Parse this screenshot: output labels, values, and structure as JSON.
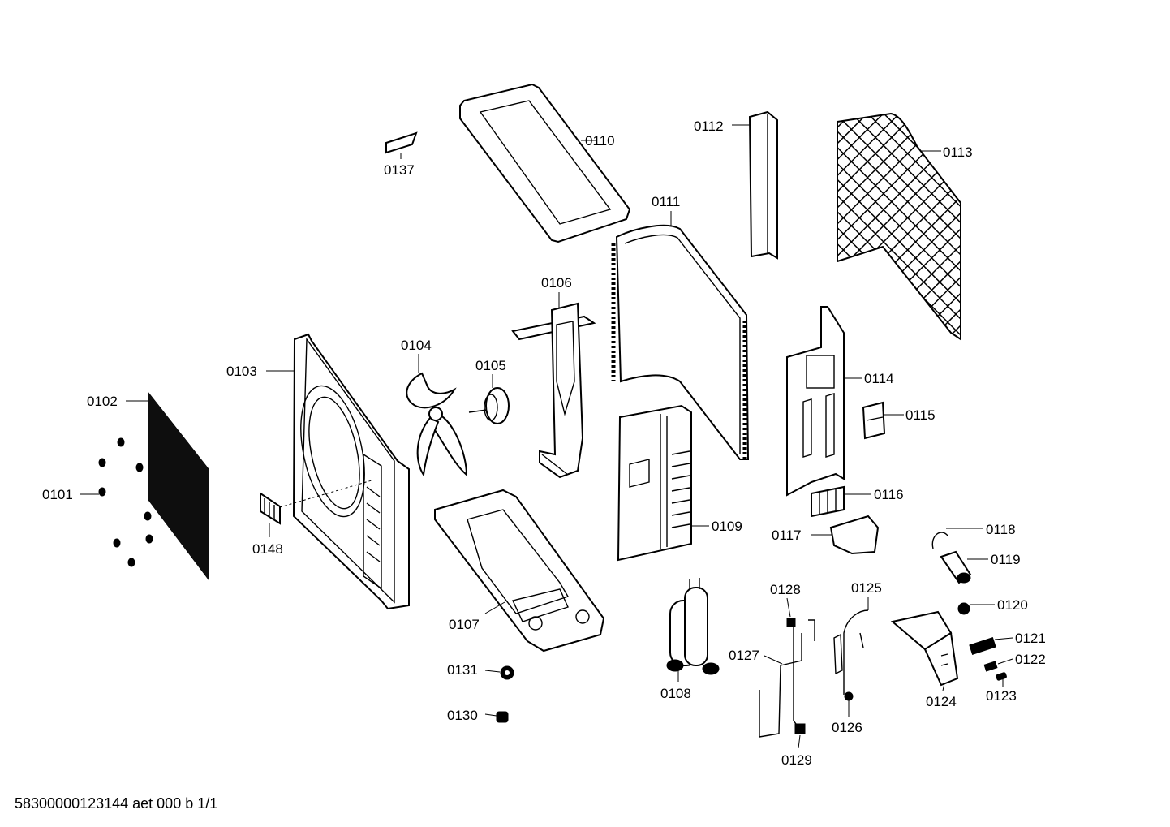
{
  "labels": {
    "p0101": "0101",
    "p0102": "0102",
    "p0103": "0103",
    "p0104": "0104",
    "p0105": "0105",
    "p0106": "0106",
    "p0107": "0107",
    "p0108": "0108",
    "p0109": "0109",
    "p0110": "0110",
    "p0111": "0111",
    "p0112": "0112",
    "p0113": "0113",
    "p0114": "0114",
    "p0115": "0115",
    "p0116": "0116",
    "p0117": "0117",
    "p0118": "0118",
    "p0119": "0119",
    "p0120": "0120",
    "p0121": "0121",
    "p0122": "0122",
    "p0123": "0123",
    "p0124": "0124",
    "p0125": "0125",
    "p0126": "0126",
    "p0127": "0127",
    "p0128": "0128",
    "p0129": "0129",
    "p0130": "0130",
    "p0131": "0131",
    "p0137": "0137",
    "p0148": "0148"
  },
  "footer": "58300000123144 aet 000 b 1/1"
}
